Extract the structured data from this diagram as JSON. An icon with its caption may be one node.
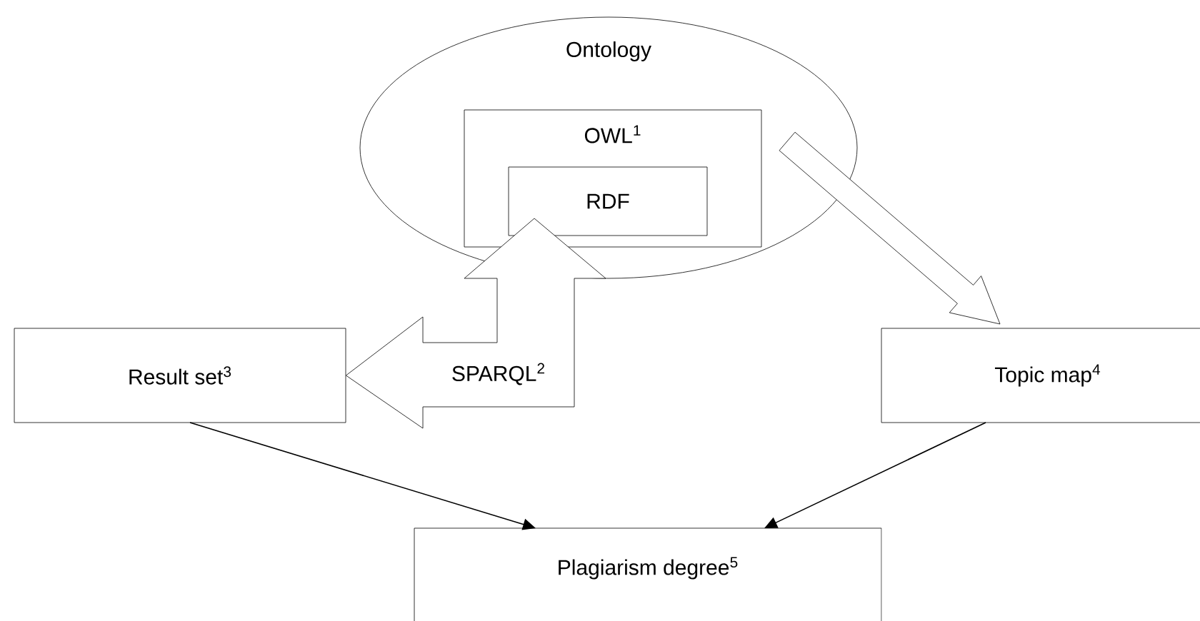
{
  "diagram": {
    "nodes": [
      {
        "text": [
          "Ontology"
        ]
      },
      {
        "text": [
          "OWL$^{1}$"
        ],
        "in": 0
      },
      {
        "text": [
          "RDF"
        ],
        "in": 1
      },
      {
        "text": [
          "Result set$^{3}$"
        ]
      },
      {
        "text": [
          "Topic map$^{4}$"
        ]
      },
      {
        "text": [
          "Plagiarism degree$^{5}$"
        ]
      }
    ],
    "edges": [
      {
        "from": 3,
        "to": 2,
        "arrow": "both",
        "label": "SPARQL$^{2}$",
        "style": "thick"
      },
      {
        "from": 0,
        "to": 4,
        "arrow": "to",
        "style": "thick"
      },
      {
        "from": 3,
        "to": 5,
        "arrow": "to"
      },
      {
        "from": 4,
        "to": 5,
        "arrow": "to"
      }
    ]
  }
}
